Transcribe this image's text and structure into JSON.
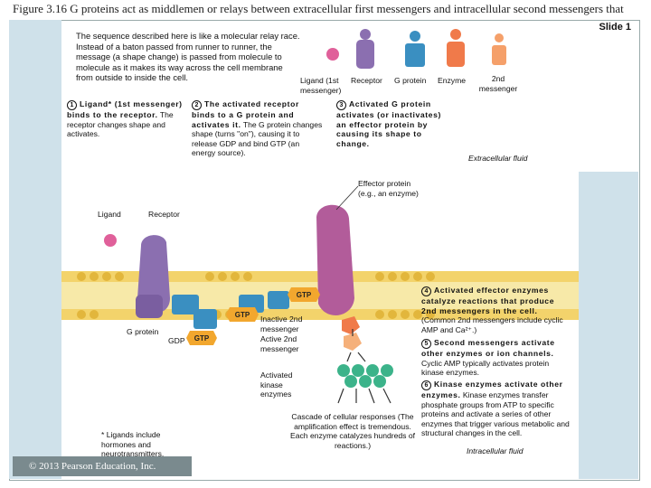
{
  "figure_title": "Figure 3.16 G proteins act as middlemen or relays between extracellular first messengers and intracellular second messengers that",
  "slide_label": "Slide 1",
  "intro_text": "The sequence described here is like a molecular relay race. Instead of a baton passed from runner to runner, the message (a shape change) is passed from molecule to molecule as it makes its way across the cell membrane from outside to inside the cell.",
  "relay_labels": {
    "ligand": "Ligand (1st messenger)",
    "receptor": "Receptor",
    "g_protein": "G protein",
    "enzyme": "Enzyme",
    "second_messenger": "2nd messenger"
  },
  "steps": [
    {
      "num": "1",
      "head": "Ligand* (1st messenger) binds to the receptor.",
      "body": "The receptor changes shape and activates."
    },
    {
      "num": "2",
      "head": "The activated receptor binds to a G protein and activates it.",
      "body": "The G protein changes shape (turns \"on\"), causing it to release GDP and bind GTP (an energy source)."
    },
    {
      "num": "3",
      "head": "Activated G protein activates (or inactivates) an effector protein by causing its shape to change.",
      "body": ""
    },
    {
      "num": "4",
      "head": "Activated effector enzymes catalyze reactions that produce 2nd messengers in the cell.",
      "body": "(Common 2nd messengers include cyclic AMP and Ca²⁺.)"
    },
    {
      "num": "5",
      "head": "Second messengers activate other enzymes or ion channels.",
      "body": "Cyclic AMP typically activates protein kinase enzymes."
    },
    {
      "num": "6",
      "head": "Kinase enzymes activate other enzymes.",
      "body": "Kinase enzymes transfer phosphate groups from ATP to specific proteins and activate a series of other enzymes that trigger various metabolic and structural changes in the cell."
    }
  ],
  "diagram_labels": {
    "extracellular_fluid": "Extracellular fluid",
    "intracellular_fluid": "Intracellular fluid",
    "effector_protein": "Effector protein (e.g., an enzyme)",
    "ligand": "Ligand",
    "receptor": "Receptor",
    "g_protein": "G protein",
    "gdp": "GDP",
    "gtp": "GTP",
    "inactive_2nd_messenger": "Inactive 2nd messenger",
    "active_2nd_messenger": "Active 2nd messenger",
    "activated_kinase": "Activated kinase enzymes",
    "cascade": "Cascade of cellular responses (The amplification effect is tremendous. Each enzyme catalyzes hundreds of reactions.)",
    "footnote": "* Ligands include hormones and neurotransmitters."
  },
  "copyright": "© 2013 Pearson Education, Inc.",
  "colors": {
    "receptor": "#8b6fb0",
    "g_protein": "#3a8fc1",
    "enzyme": "#f07a4a",
    "ligand": "#e0609a",
    "effector": "#b25c9a",
    "kinase": "#3cb38a",
    "gtp": "#f2a72e",
    "membrane_head": "#f3d36b",
    "membrane_tail": "#f7e9a8",
    "strip": "#cfe1ea"
  }
}
